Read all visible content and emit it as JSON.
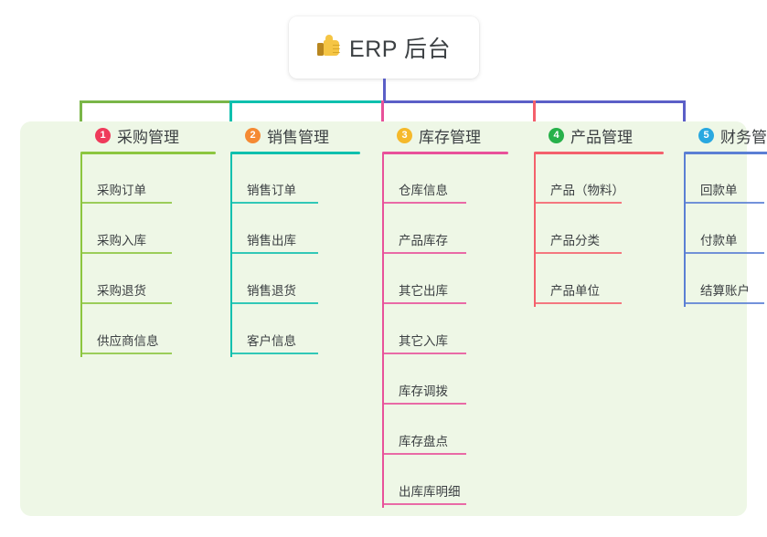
{
  "root": {
    "icon": "thumbs-up-icon",
    "title": "ERP 后台"
  },
  "colors": {
    "panel_background": "#eef7e6",
    "page_background": "#ffffff",
    "text": "#3c4043",
    "connector_center": "#5b5fc7"
  },
  "columns": [
    {
      "number": "1",
      "title": "采购管理",
      "accent": "#8cc63f",
      "badge_color": "#ef3b5b",
      "connector_color": "#7ab648",
      "items": [
        "采购订单",
        "采购入库",
        "采购退货",
        "供应商信息"
      ]
    },
    {
      "number": "2",
      "title": "销售管理",
      "accent": "#0fc0ae",
      "badge_color": "#f58a33",
      "connector_color": "#0fc0ae",
      "items": [
        "销售订单",
        "销售出库",
        "销售退货",
        "客户信息"
      ]
    },
    {
      "number": "3",
      "title": "库存管理",
      "accent": "#e8519a",
      "badge_color": "#f5b92b",
      "connector_color": "#e8519a",
      "items": [
        "仓库信息",
        "产品库存",
        "其它出库",
        "其它入库",
        "库存调拨",
        "库存盘点",
        "出库库明细"
      ]
    },
    {
      "number": "4",
      "title": "产品管理",
      "accent": "#f4606c",
      "badge_color": "#27b14a",
      "connector_color": "#f4606c",
      "items": [
        "产品（物料）",
        "产品分类",
        "产品单位"
      ]
    },
    {
      "number": "5",
      "title": "财务管理",
      "accent": "#5b7fd4",
      "badge_color": "#29a8e0",
      "connector_color": "#5b5fc7",
      "items": [
        "回款单",
        "付款单",
        "结算账户"
      ]
    }
  ]
}
